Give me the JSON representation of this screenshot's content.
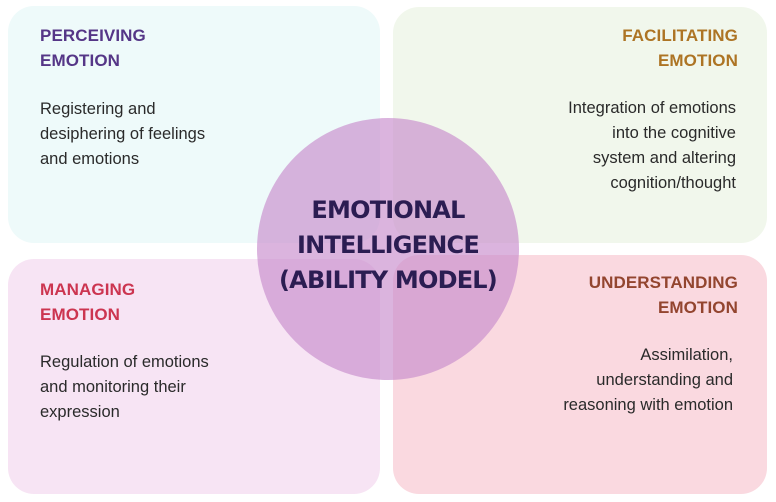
{
  "diagram": {
    "center": {
      "lines": [
        "EMOTIONAL",
        "INTELLIGENCE",
        "(ABILITY MODEL)"
      ],
      "color": "#c88ccd"
    },
    "quadrants": {
      "perceiving": {
        "title_lines": [
          "PERCEIVING",
          "EMOTION"
        ],
        "description_lines": [
          "Registering and",
          "desiphering of feelings",
          "and emotions"
        ],
        "title_color": "#553687",
        "background": "#eefafa"
      },
      "facilitating": {
        "title_lines": [
          "FACILITATING",
          "EMOTION"
        ],
        "description_lines": [
          "Integration of emotions",
          "into the cognitive",
          "system and altering",
          "cognition/thought"
        ],
        "title_color": "#ad7424",
        "background": "#f1f7ec"
      },
      "managing": {
        "title_lines": [
          "MANAGING",
          "EMOTION"
        ],
        "description_lines": [
          "Regulation of emotions",
          "and monitoring their",
          "expression"
        ],
        "title_color": "#cc3550",
        "background": "#f7e4f4"
      },
      "understanding": {
        "title_lines": [
          "UNDERSTANDING",
          "EMOTION"
        ],
        "description_lines": [
          "Assimilation,",
          "understanding and",
          "reasoning with emotion"
        ],
        "title_color": "#93452f",
        "background": "#fad9e0"
      }
    }
  }
}
